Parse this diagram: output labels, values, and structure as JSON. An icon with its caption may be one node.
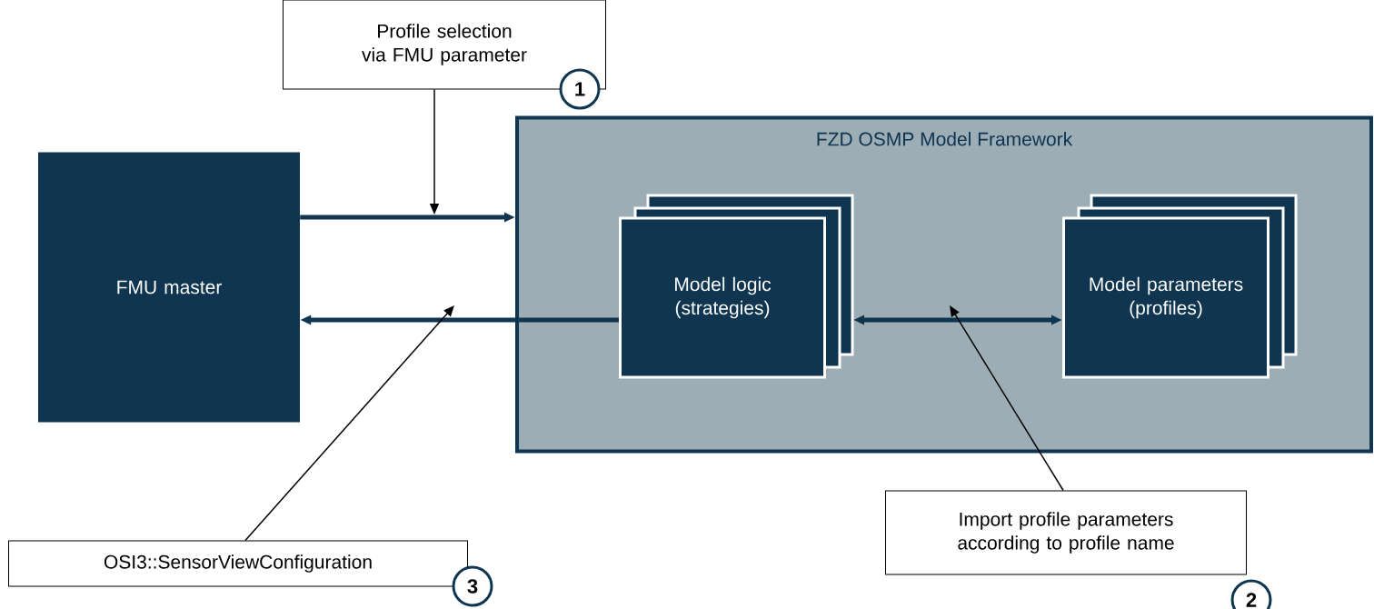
{
  "diagram": {
    "nodes": [
      {
        "text": [
          "Profile selection via FMU parameter"
        ],
        "beside": [
          "1"
        ]
      },
      {
        "text": [
          "FMU master"
        ]
      },
      {
        "text": [
          "FZD OSMP Model Framework"
        ]
      },
      {
        "text": [
          "Model logic (strategies)"
        ],
        "in": 2
      },
      {
        "text": [
          "Model parameters (profiles)"
        ],
        "in": 2
      },
      {
        "text": [
          "Import profile parameters according to profile name"
        ],
        "beside": [
          "2"
        ]
      },
      {
        "text": [
          "OSI3::SensorViewConfiguration"
        ],
        "beside": [
          "3"
        ]
      }
    ],
    "edges": [
      {
        "from": 1,
        "to": 2,
        "arrow": "to",
        "style": "thick"
      },
      {
        "from": 3,
        "to": 1,
        "arrow": "to",
        "style": "thick"
      },
      {
        "from": 3,
        "to": 4,
        "arrow": "both",
        "style": "thick"
      },
      {
        "from": 0,
        "to": null,
        "arrow": "to"
      },
      {
        "from": 5,
        "to": null,
        "arrow": "to"
      },
      {
        "from": 6,
        "to": null,
        "arrow": "to"
      }
    ]
  }
}
